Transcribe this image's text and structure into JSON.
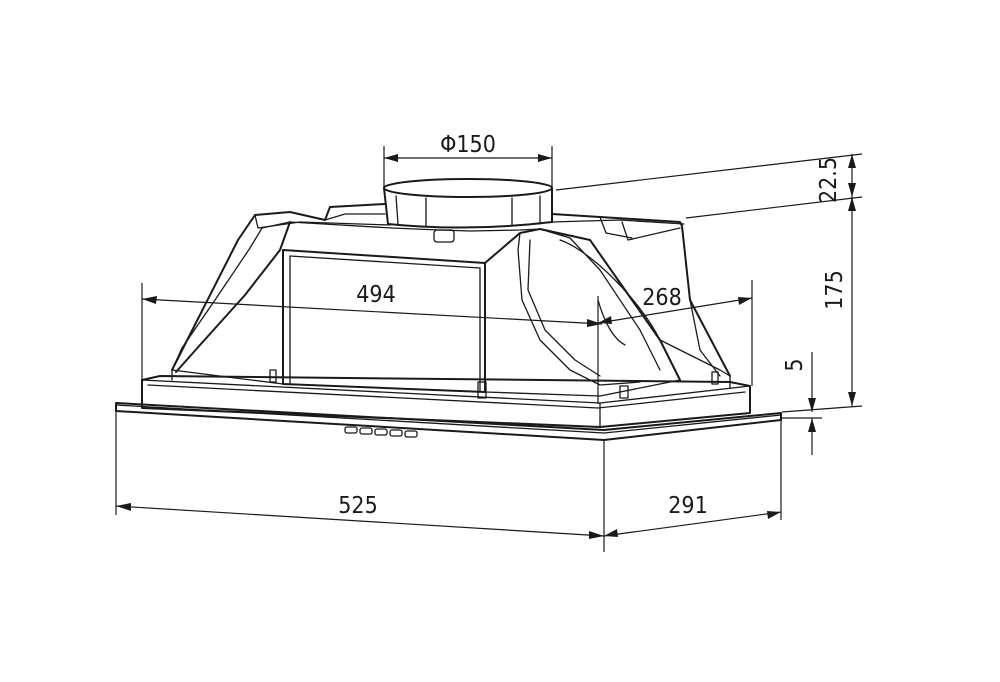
{
  "dimensions": {
    "duct_diameter": "Φ150",
    "duct_height": "22.5",
    "body_height": "175",
    "plate_thickness": "5",
    "body_width": "494",
    "body_depth": "268",
    "plate_width": "525",
    "plate_depth": "291"
  }
}
